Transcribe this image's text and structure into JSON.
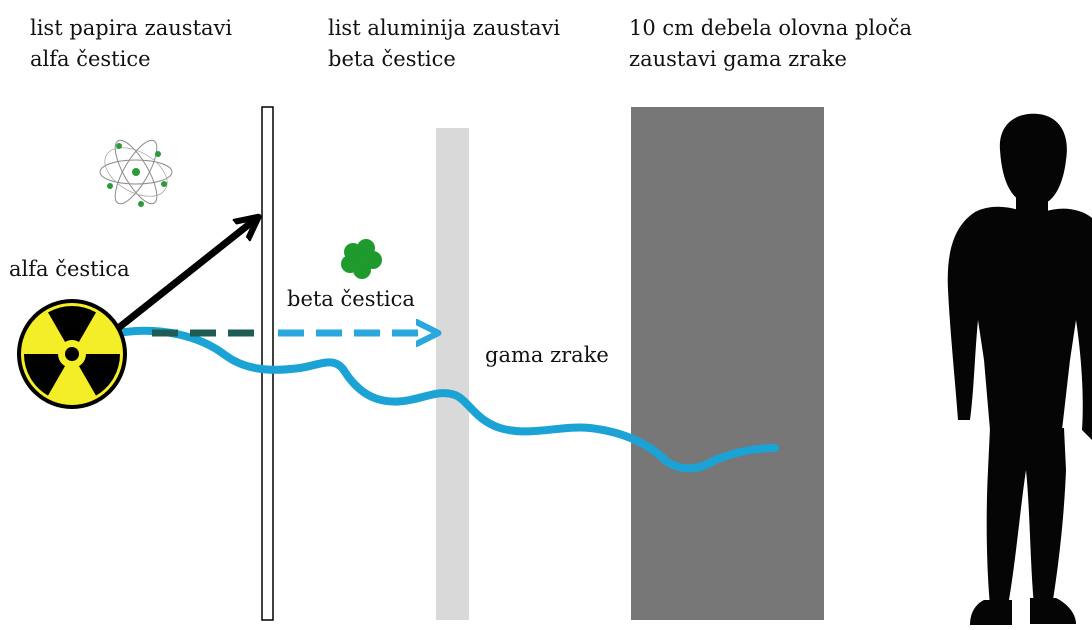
{
  "labels": {
    "paper": {
      "line1": "list papira zaustavi",
      "line2": "alfa čestice"
    },
    "aluminium": {
      "line1": "list aluminija zaustavi",
      "line2": "beta čestice"
    },
    "lead": {
      "line1": "10 cm debela olovna ploča",
      "line2": "zaustavi gama zrake"
    },
    "alpha_particle": "alfa čestica",
    "beta_particle": "beta čestica",
    "gamma_rays": "gama zrake"
  },
  "colors": {
    "alpha_arrow": "#000000",
    "beta_arrow_dark": "#1f5c56",
    "beta_arrow_light": "#2aa7dc",
    "gamma_wave": "#1aa3d4",
    "aluminium_plate": "#d9d9d9",
    "lead_plate": "#777777",
    "radiation_symbol": "#f4ee28",
    "atom_electron": "#2c9a3a",
    "beta_particle": "#1f9a2c",
    "person_silhouette": "#050505"
  },
  "icons": {
    "source": "radiation-symbol-icon",
    "atom": "atom-icon",
    "beta": "beta-particle-icon",
    "person": "person-silhouette-icon"
  }
}
